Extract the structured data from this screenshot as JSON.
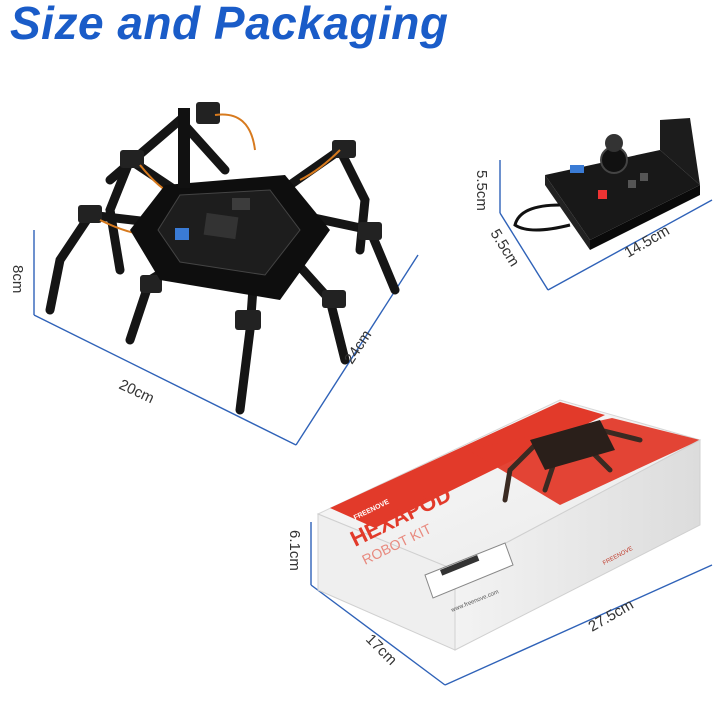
{
  "title": "Size and Packaging",
  "robot": {
    "height": "8cm",
    "width": "20cm",
    "length": "24cm"
  },
  "controller": {
    "height": "5.5cm",
    "width": "5.5cm",
    "length": "14.5cm"
  },
  "box": {
    "height": "6.1cm",
    "width": "17cm",
    "length": "27.5cm",
    "brand_tag": "FREENOVE",
    "product_line1": "HEXAPOD",
    "product_line2": "ROBOT KIT",
    "website": "www.freenove.com",
    "side_logo": "FREENOVE"
  },
  "colors": {
    "title": "#1a5cc8",
    "dimension_line": "#2f62b8",
    "box_red": "#e23a2a"
  }
}
